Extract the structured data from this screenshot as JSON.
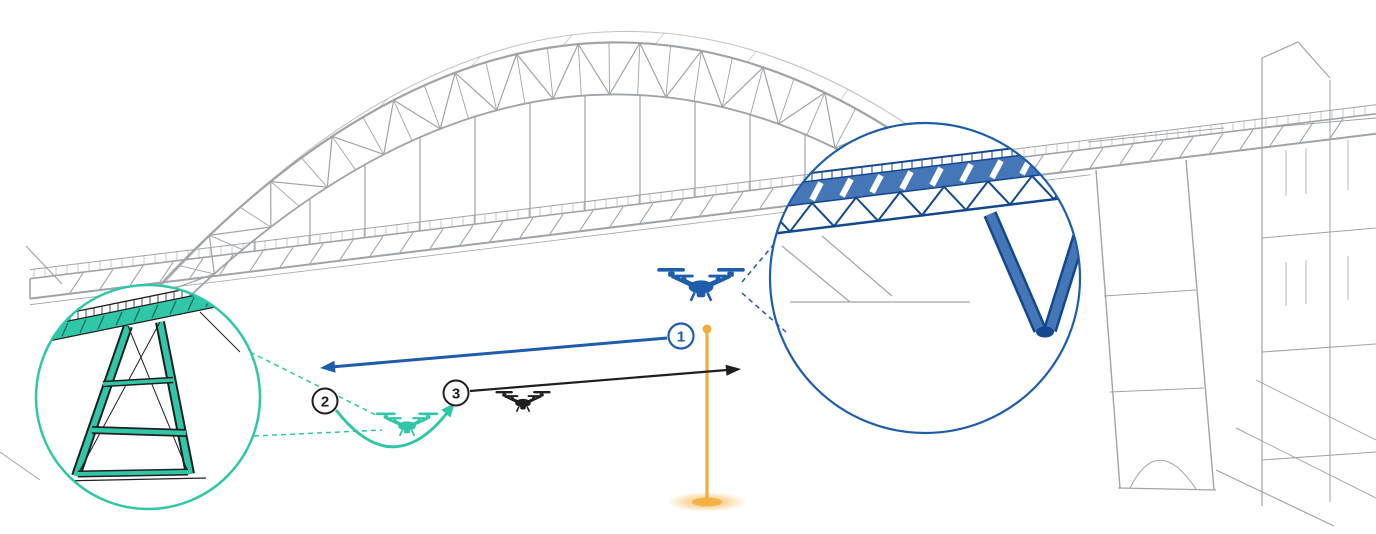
{
  "figure": {
    "steps": [
      {
        "number": "1",
        "accent": "#1E5CAC"
      },
      {
        "number": "2",
        "accent": "#1F1F1F"
      },
      {
        "number": "3",
        "accent": "#1F1F1F"
      }
    ],
    "palette": {
      "bridge_gray": "#9FA4A8",
      "sketch_dark": "#1F1F1F",
      "blue": "#1E5CAC",
      "blue_fill": "#4577B8",
      "blue_dark": "#14488E",
      "teal": "#2FC7A7",
      "teal_dark": "#0F8F77",
      "amber": "#F2AE3C",
      "white": "#FFFFFF"
    },
    "icons": [
      {
        "name": "drone-1-blue-icon",
        "color_key": "blue"
      },
      {
        "name": "drone-2-teal-icon",
        "color_key": "teal"
      },
      {
        "name": "drone-3-black-icon",
        "color_key": "sketch_dark"
      }
    ],
    "insets": [
      {
        "name": "left-zoom-inset",
        "accent_key": "teal"
      },
      {
        "name": "right-zoom-inset",
        "accent_key": "blue"
      }
    ]
  }
}
